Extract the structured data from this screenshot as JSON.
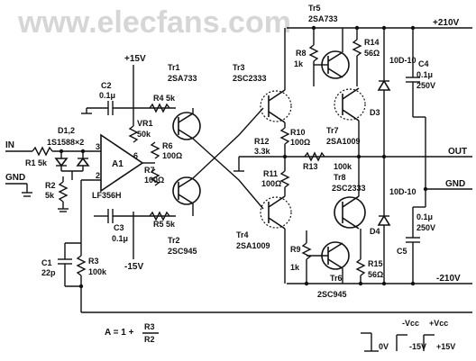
{
  "watermark": "www.elecfans.com",
  "rails": {
    "pos_hv": "+210V",
    "neg_hv": "-210V",
    "out": "OUT",
    "gnd": "GND"
  },
  "input": {
    "in": "IN",
    "gnd": "GND"
  },
  "supplies": {
    "op_pos": "+15V",
    "op_neg": "-15V"
  },
  "components": {
    "r1": "R1 5k",
    "d12": "D1,2",
    "d12_part": "1S1588×2",
    "r2": "R2",
    "r2_val": "5k",
    "c1": "C1",
    "c1_val": "22p",
    "r3": "R3",
    "r3_val": "100k",
    "c2": "C2",
    "c2_val": "0.1μ",
    "c3": "C3",
    "c3_val": "0.1μ",
    "opamp": "A1",
    "opamp_part": "LF356H",
    "vr1": "VR1",
    "vr1_val": "50k",
    "r4": "R4 5k",
    "r5": "R5 5k",
    "r6": "R6",
    "r6_val": "100Ω",
    "r7": "R7",
    "r7_val": "100Ω",
    "tr1": "Tr1",
    "tr1_part": "2SA733",
    "tr2": "Tr2",
    "tr2_part": "2SC945",
    "tr3": "Tr3",
    "tr3_part": "2SC2333",
    "tr4": "Tr4",
    "tr4_part": "2SA1009",
    "tr5": "Tr5",
    "tr5_part": "2SA733",
    "tr6": "Tr6",
    "tr6_part": "2SC945",
    "tr7": "Tr7",
    "tr7_part": "2SA1009",
    "tr8": "Tr8",
    "tr8_part": "2SC2333",
    "r8": "R8",
    "r8_val": "1k",
    "r9": "R9",
    "r9_val": "1k",
    "r10": "R10",
    "r10_val": "100Ω",
    "r11": "R11",
    "r11_val": "100Ω",
    "r12": "R12",
    "r12_val": "3.3k",
    "r13": "R13",
    "r13_val": "100k",
    "r14": "R14",
    "r14_val": "56Ω",
    "r15": "R15",
    "r15_val": "56Ω",
    "d3": "D3",
    "d3_part": "10D-10",
    "d4": "D4",
    "d4_part": "10D-10",
    "c4": "C4",
    "c4_val": "0.1μ",
    "c4_v": "250V",
    "c5": "C5",
    "c5_val": "0.1μ",
    "c5_v": "250V"
  },
  "formula": {
    "lhs": "A = 1 +",
    "num": "R3",
    "den": "R2"
  },
  "legend": {
    "zero": "0V",
    "neg_vcc": "-Vcc",
    "pos_vcc": "+Vcc",
    "m15": "-15V",
    "p15": "+15V"
  }
}
